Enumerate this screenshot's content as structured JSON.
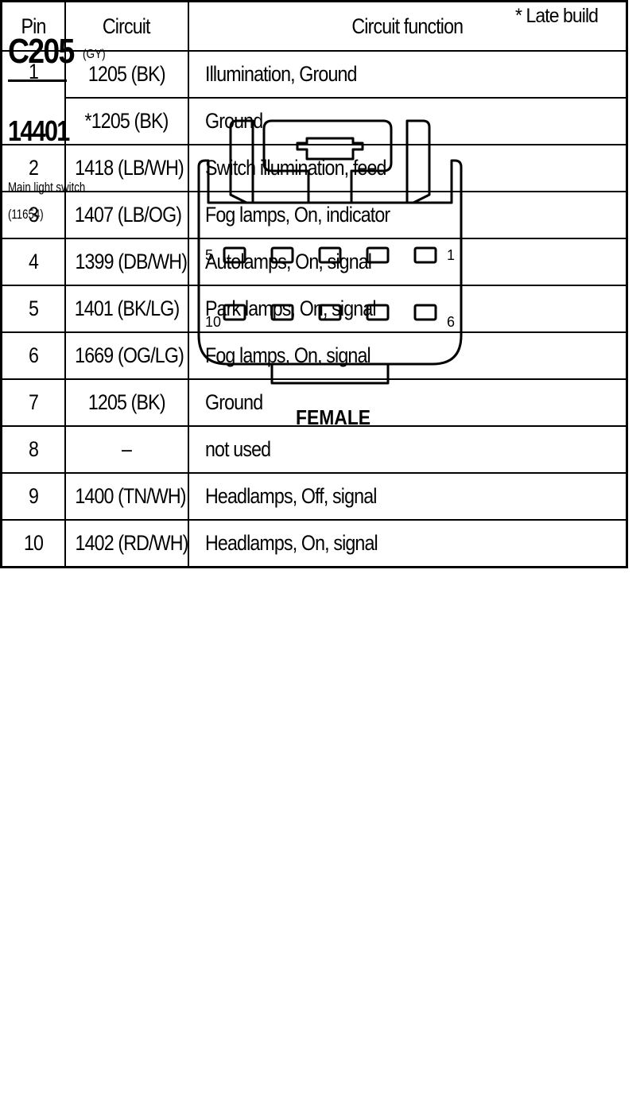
{
  "header": {
    "note": "*  Late build",
    "connector_id": "C205",
    "connector_color": "(GY)",
    "part_number": "14401",
    "component_name": "Main light switch",
    "component_part": "(11654)"
  },
  "diagram": {
    "view_label": "FEMALE",
    "pin_labels": {
      "top_left": "5",
      "top_right": "1",
      "bottom_left": "10",
      "bottom_right": "6"
    },
    "cavities_per_row": 5
  },
  "table": {
    "headers": {
      "pin": "Pin",
      "circuit": "Circuit",
      "function": "Circuit function"
    },
    "rows": [
      {
        "pin": "1",
        "entries": [
          {
            "circuit": "1205 (BK)",
            "function": "Illumination, Ground"
          },
          {
            "circuit": "*1205 (BK)",
            "function": "Ground"
          }
        ]
      },
      {
        "pin": "2",
        "entries": [
          {
            "circuit": "1418 (LB/WH)",
            "function": "Switch illumination, feed"
          }
        ]
      },
      {
        "pin": "3",
        "entries": [
          {
            "circuit": "1407 (LB/OG)",
            "function": "Fog lamps, On, indicator"
          }
        ]
      },
      {
        "pin": "4",
        "entries": [
          {
            "circuit": "1399 (DB/WH)",
            "function": "Autolamps, On, signal"
          }
        ]
      },
      {
        "pin": "5",
        "entries": [
          {
            "circuit": "1401 (BK/LG)",
            "function": "Park lamps, On, signal"
          }
        ]
      },
      {
        "pin": "6",
        "entries": [
          {
            "circuit": "1669 (OG/LG)",
            "function": "Fog lamps, On, signal"
          }
        ]
      },
      {
        "pin": "7",
        "entries": [
          {
            "circuit": "1205 (BK)",
            "function": "Ground"
          }
        ]
      },
      {
        "pin": "8",
        "entries": [
          {
            "circuit": "–",
            "function": "not used"
          }
        ]
      },
      {
        "pin": "9",
        "entries": [
          {
            "circuit": "1400 (TN/WH)",
            "function": "Headlamps, Off, signal"
          }
        ]
      },
      {
        "pin": "10",
        "entries": [
          {
            "circuit": "1402 (RD/WH)",
            "function": "Headlamps, On, signal"
          }
        ]
      }
    ]
  }
}
